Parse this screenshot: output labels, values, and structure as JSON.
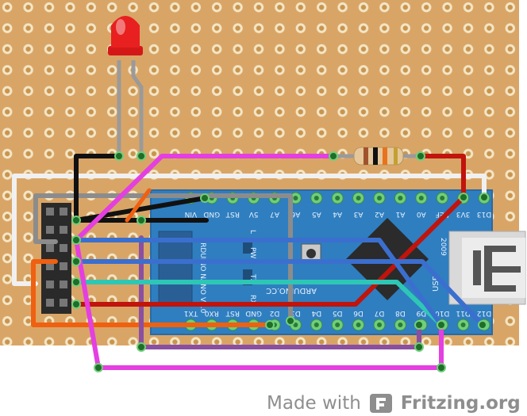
{
  "board": {
    "name": "Arduino Nano",
    "top_pins": [
      "D13",
      "3V3",
      "REF",
      "A0",
      "A1",
      "A2",
      "A3",
      "A4",
      "A5",
      "A6",
      "A7",
      "5V",
      "RST",
      "GND",
      "VIN"
    ],
    "bottom_pins": [
      "D12",
      "D11",
      "D10",
      "D9",
      "D8",
      "D7",
      "D6",
      "D5",
      "D4",
      "D3",
      "D2",
      "GND",
      "RST",
      "RX0",
      "TX1"
    ],
    "text_main": "ARDUINO.CC",
    "text_side": "ARDUINO NANO V3.0",
    "text_usb": "USB",
    "text_led_a": "L",
    "text_led_b": "PWR",
    "text_led_c": "TX",
    "text_led_d": "RX",
    "text_year": "2009"
  },
  "components": {
    "led": "LED",
    "resistor": "Resistor",
    "header": "Header"
  },
  "footer": {
    "made_with": "Made with",
    "brand": "Fritzing.org"
  },
  "colors": {
    "stripboard": "#d9a566",
    "hole": "#f3e6c8",
    "board": "#2f7ec0",
    "pad": "#6fcf7a",
    "magenta": "#e43fe0",
    "blue": "#3b6fcf",
    "purple": "#8a4fa0",
    "red": "#c0140c",
    "orange": "#ef6010",
    "gray": "#8c8c8c",
    "black": "#111111",
    "teal": "#2ec7b5",
    "white": "#f0f0f0"
  }
}
